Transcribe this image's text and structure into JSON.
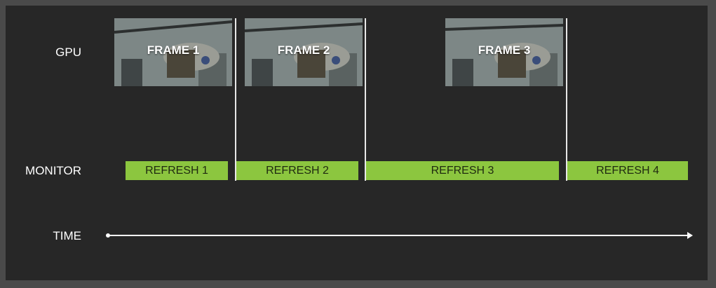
{
  "rows": {
    "gpu_label": "GPU",
    "monitor_label": "MONITOR",
    "time_label": "TIME"
  },
  "frames": [
    {
      "label": "FRAME 1"
    },
    {
      "label": "FRAME 2"
    },
    {
      "label": "FRAME 3"
    }
  ],
  "refreshes": [
    {
      "label": "REFRESH 1"
    },
    {
      "label": "REFRESH 2"
    },
    {
      "label": "REFRESH 3"
    },
    {
      "label": "REFRESH 4"
    }
  ],
  "colors": {
    "background": "#272727",
    "refresh_bar": "#8cc63f",
    "line": "#e8e8e8"
  }
}
